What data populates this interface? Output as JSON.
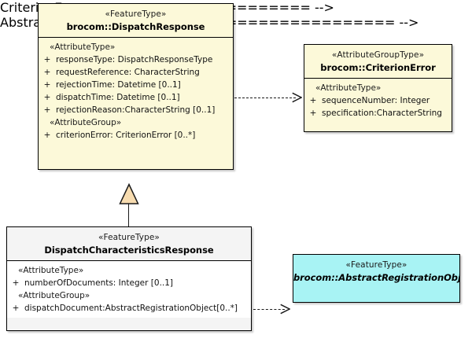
{
  "diagram": {
    "type": "uml-class-diagram",
    "background": "#ffffff",
    "colors": {
      "featuretype_fill": "#fcf9d9",
      "attributegrouptype_fill": "#fcf9d9",
      "subclass_header_fill": "#f4f4f4",
      "subclass_body_fill": "#ffffff",
      "abstract_fill": "#a8f3f4",
      "border": "#000000",
      "inheritance_triangle_fill": "#f7dcb0"
    }
  },
  "classes": {
    "dispatch_response": {
      "stereotype": "«FeatureType»",
      "name": "brocom::DispatchResponse",
      "compartments": [
        {
          "label": "«AttributeType»",
          "attributes": [
            {
              "visibility": "+",
              "text": "responseType: DispatchResponseType"
            },
            {
              "visibility": "+",
              "text": "requestReference: CharacterString"
            },
            {
              "visibility": "+",
              "text": "rejectionTime: Datetime [0..1]"
            },
            {
              "visibility": "+",
              "text": "dispatchTime: Datetime [0..1]"
            },
            {
              "visibility": "+",
              "text": "rejectionReason:CharacterString [0..1]"
            }
          ]
        },
        {
          "label": "«AttributeGroup»",
          "attributes": [
            {
              "visibility": "+",
              "text": "criterionError: CriterionError [0..*]"
            }
          ]
        }
      ]
    },
    "criterion_error": {
      "stereotype": "«AttributeGroupType»",
      "name": "brocom::CriterionError",
      "compartments": [
        {
          "label": "«AttributeType»",
          "attributes": [
            {
              "visibility": "+",
              "text": "sequenceNumber: Integer"
            },
            {
              "visibility": "+",
              "text": "specification:CharacterString"
            }
          ]
        }
      ]
    },
    "dispatch_characteristics_response": {
      "stereotype": "«FeatureType»",
      "name": "DispatchCharacteristicsResponse",
      "compartments": [
        {
          "label": "«AttributeType»",
          "attributes": [
            {
              "visibility": "+",
              "text": "numberOfDocuments: Integer [0..1]"
            }
          ]
        },
        {
          "label": "«AttributeGroup»",
          "attributes": [
            {
              "visibility": "+",
              "text": "dispatchDocument:AbstractRegistrationObject[0..*]"
            }
          ]
        }
      ]
    },
    "abstract_registration_object": {
      "stereotype": "«FeatureType»",
      "name": "brocom::AbstractRegistrationObject",
      "compartments": []
    }
  },
  "relationships": [
    {
      "id": "rel-dependency-criterionerror",
      "kind": "dependency",
      "line": "dashed",
      "arrowhead": "open",
      "source": "brocom::DispatchResponse",
      "target": "brocom::CriterionError"
    },
    {
      "id": "rel-generalization",
      "kind": "generalization",
      "line": "solid",
      "arrowhead": "closed-triangle",
      "source": "DispatchCharacteristicsResponse",
      "target": "brocom::DispatchResponse"
    },
    {
      "id": "rel-dependency-abstractregistrationobject",
      "kind": "dependency",
      "line": "dashed",
      "arrowhead": "open",
      "source": "DispatchCharacteristicsResponse",
      "target": "brocom::AbstractRegistrationObject"
    }
  ]
}
